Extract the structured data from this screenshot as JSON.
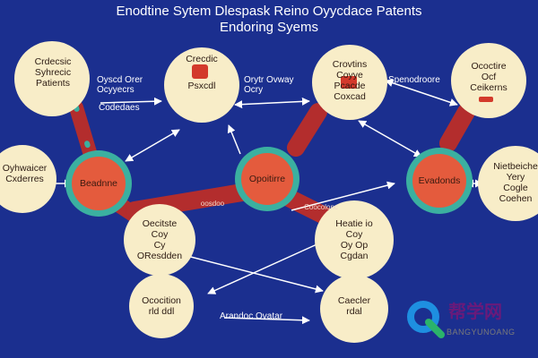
{
  "header": {
    "title_line1": "Enodtine Sytem Dlespask Reino Oyycdace Patents",
    "title_line2": "Endoring Syems"
  },
  "nodes": {
    "top_left": [
      "Crdecsic",
      "Syhrecic",
      "Patients"
    ],
    "top_center": [
      "Crecdic",
      "Psxcdl"
    ],
    "top_right1": [
      "Crovtins",
      "Coyye",
      "Pcacde",
      "Coxcad"
    ],
    "top_right2": [
      "Ococtire",
      "Ocf",
      "Ceikerns"
    ],
    "mid_left": [
      "Oyhwaicer",
      "Cxderres"
    ],
    "mid_right": [
      "Nietbeiche",
      "Yery",
      "Cogle",
      "Coehen"
    ],
    "lower_center": [
      "Heatie io",
      "Coy",
      "Oy Op",
      "Cgdan"
    ],
    "lower_left": [
      "Oecitste",
      "Coy",
      "Cy",
      "OResdden"
    ],
    "bottom_left": [
      "Ococition",
      "rld ddl"
    ],
    "bottom_right": [
      "Caecler",
      "rdal"
    ]
  },
  "hubs": {
    "left": "Beadnne",
    "center": "Opoitirre",
    "right": "Evadonds"
  },
  "links": {
    "link_center": "oosdoo",
    "link_right": "Coocolonc"
  },
  "annotations": {
    "a1": [
      "Oyscd Orer",
      "Ocyyecrs"
    ],
    "a2": "Codedaes",
    "a3": [
      "Orytr Ovway",
      "Ocry"
    ],
    "a4": "Spenodroore",
    "a5": "Arandoc Ovatar"
  },
  "watermark": {
    "title": "帮学网",
    "subtitle": "BANGYUNOANG"
  },
  "colors": {
    "background": "#1b2f8f",
    "node_fill": "#f8edc8",
    "hub_fill": "#e45b3d",
    "hub_ring": "#3bb0a0",
    "link": "#b32d2d",
    "arrow": "#ffffff"
  }
}
